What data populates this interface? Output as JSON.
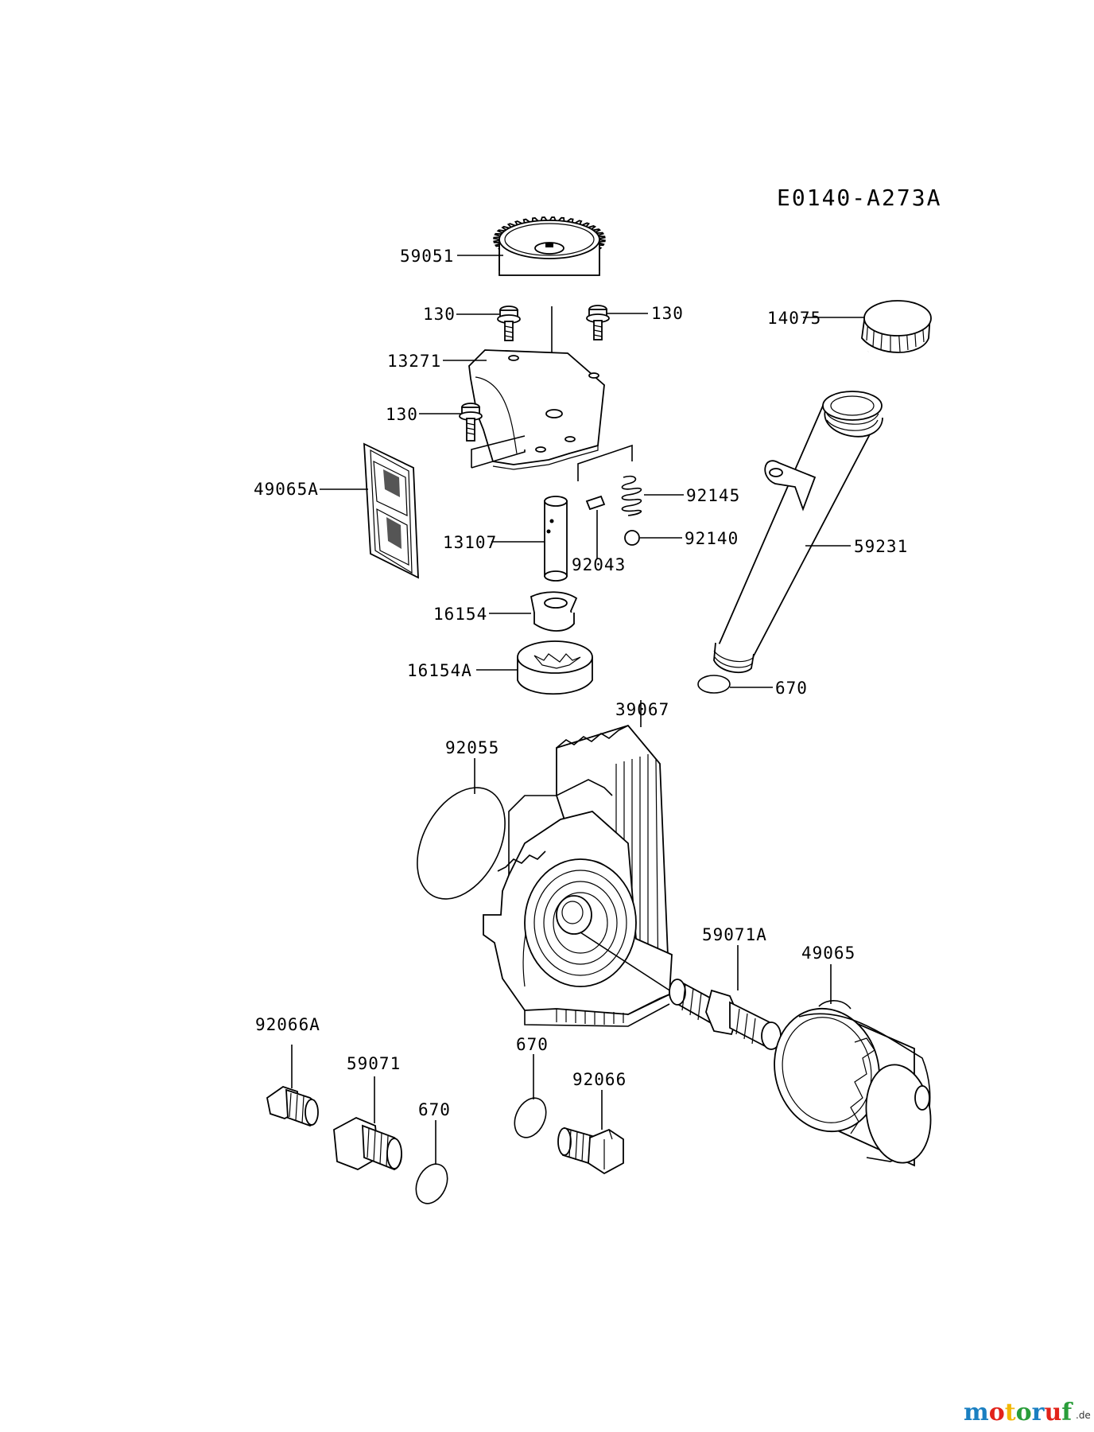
{
  "diagram_code": "E0140-A273A",
  "callouts": {
    "p59051": "59051",
    "p130a": "130",
    "p130b": "130",
    "p130c": "130",
    "p13271": "13271",
    "p14075": "14075",
    "p49065A": "49065A",
    "p92145": "92145",
    "p13107": "13107",
    "p92043": "92043",
    "p92140": "92140",
    "p59231": "59231",
    "p16154": "16154",
    "p16154A": "16154A",
    "p670a": "670",
    "p39067": "39067",
    "p92055": "92055",
    "p59071A": "59071A",
    "p49065": "49065",
    "p92066A": "92066A",
    "p670b": "670",
    "p59071": "59071",
    "p670c": "670",
    "p92066": "92066"
  },
  "watermark": {
    "brand": "motoruf",
    "suffix": ".de",
    "colors": [
      "#1a7fc1",
      "#e2231a",
      "#f2b705",
      "#2a9d3a",
      "#1a7fc1",
      "#e2231a",
      "#2a9d3a"
    ]
  }
}
